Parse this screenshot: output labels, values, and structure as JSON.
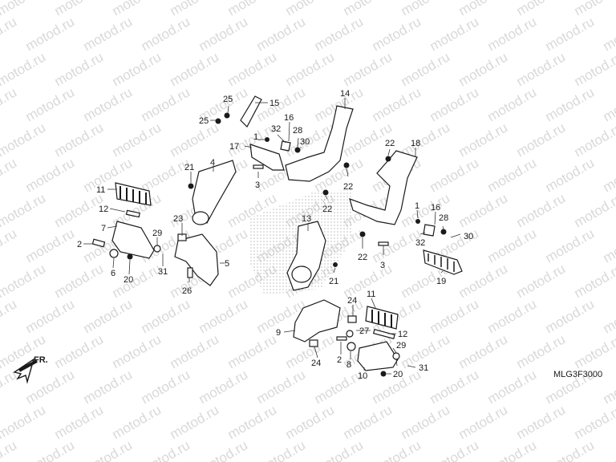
{
  "watermark": "motod.ru",
  "diagram_code": "MLG3F3000",
  "direction_label": "FR.",
  "callouts": {
    "c1a": "1",
    "c1b": "1",
    "c2a": "2",
    "c2b": "2",
    "c3a": "3",
    "c3b": "3",
    "c4": "4",
    "c5": "5",
    "c6": "6",
    "c7": "7",
    "c8": "8",
    "c9": "9",
    "c10": "10",
    "c11a": "11",
    "c11b": "11",
    "c12a": "12",
    "c12b": "12",
    "c13": "13",
    "c14": "14",
    "c15": "15",
    "c16a": "16",
    "c16b": "16",
    "c17": "17",
    "c18": "18",
    "c19": "19",
    "c20a": "20",
    "c20b": "20",
    "c21a": "21",
    "c21b": "21",
    "c22a": "22",
    "c22b": "22",
    "c22c": "22",
    "c22d": "22",
    "c23": "23",
    "c24a": "24",
    "c24b": "24",
    "c25a": "25",
    "c25b": "25",
    "c26": "26",
    "c27": "27",
    "c28a": "28",
    "c28b": "28",
    "c29a": "29",
    "c29b": "29",
    "c30a": "30",
    "c30b": "30",
    "c31a": "31",
    "c31b": "31",
    "c32a": "32",
    "c32b": "32"
  }
}
